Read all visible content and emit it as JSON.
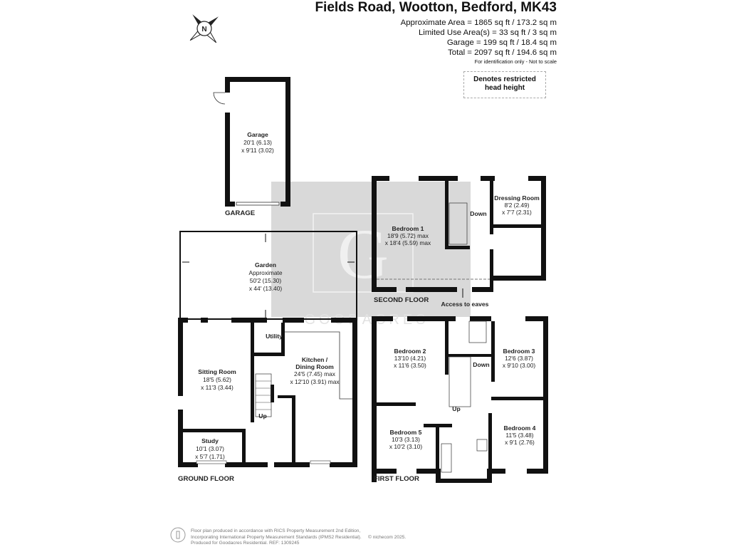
{
  "header": {
    "title": "Fields Road, Wootton, Bedford, MK43",
    "areas": [
      "Approximate Area = 1865 sq ft / 173.2 sq m",
      "Limited Use Area(s) = 33 sq ft / 3 sq m",
      "Garage = 199 sq ft / 18.4 sq m",
      "Total = 2097 sq ft / 194.6 sq m"
    ],
    "note": "For identification only - Not to scale",
    "legend": [
      "Denotes restricted",
      "head height"
    ],
    "compass": "N"
  },
  "floors": {
    "garage": "GARAGE",
    "ground": "GROUND FLOOR",
    "first": "FIRST FLOOR",
    "second": "SECOND FLOOR"
  },
  "rooms": {
    "garage": {
      "name": "Garage",
      "d1": "20'1 (6.13)",
      "d2": "x 9'11 (3.02)"
    },
    "garden": {
      "name": "Garden",
      "d0": "Approximate",
      "d1": "50'2 (15.30)",
      "d2": "x 44' (13.40)"
    },
    "sitting": {
      "name": "Sitting Room",
      "d1": "18'5 (5.62)",
      "d2": "x 11'3 (3.44)"
    },
    "study": {
      "name": "Study",
      "d1": "10'1 (3.07)",
      "d2": "x 5'7 (1.71)"
    },
    "utility": {
      "name": "Utility"
    },
    "kitchen": {
      "name": "Kitchen /",
      "name2": "Dining Room",
      "d1": "24'5 (7.45) max",
      "d2": "x 12'10 (3.91) max"
    },
    "bed1": {
      "name": "Bedroom 1",
      "d1": "18'9 (5.72) max",
      "d2": "x 18'4 (5.59) max"
    },
    "dressing": {
      "name": "Dressing Room",
      "d1": "8'2 (2.49)",
      "d2": "x 7'7 (2.31)"
    },
    "bed2": {
      "name": "Bedroom 2",
      "d1": "13'10 (4.21)",
      "d2": "x 11'6 (3.50)"
    },
    "bed3": {
      "name": "Bedroom 3",
      "d1": "12'6 (3.87)",
      "d2": "x 9'10 (3.00)"
    },
    "bed4": {
      "name": "Bedroom 4",
      "d1": "11'5 (3.48)",
      "d2": "x 9'1 (2.76)"
    },
    "bed5": {
      "name": "Bedroom 5",
      "d1": "10'3 (3.13)",
      "d2": "x 10'2 (3.10)"
    }
  },
  "labels": {
    "up": "Up",
    "down": "Down",
    "eaves": "Access to eaves"
  },
  "watermark": {
    "letter": "G",
    "text": "GOODACRES"
  },
  "footer": {
    "lines": [
      "Floor plan produced in accordance with RICS Property Measurement 2nd Edition,",
      "Incorporating International Property Measurement Standards (IPMS2 Residential).",
      "Produced for Goodacres Residential.   REF: 1309245"
    ],
    "copyright": "© nichecom 2025."
  }
}
